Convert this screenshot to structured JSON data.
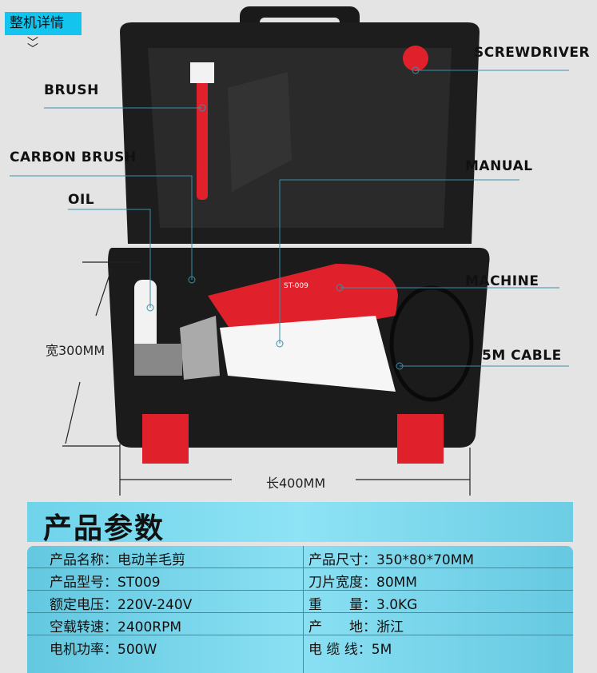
{
  "header": {
    "tag": "整机详情",
    "chevron_icon": "double-chevron-down-icon"
  },
  "callouts": {
    "brush": "BRUSH",
    "carbon_brush": "CARBON BRUSH",
    "oil": "OIL",
    "screwdriver": "SCREWDRIVER",
    "manual": "MANUAL",
    "machine": "MACHINE",
    "cable": "5M CABLE"
  },
  "product": {
    "model_plate": "ST-009"
  },
  "dimensions": {
    "width": "宽300MM",
    "length": "长400MM"
  },
  "specs": {
    "title": "产品参数",
    "rows": [
      {
        "left": "产品名称：电动羊毛剪",
        "right": "产品尺寸：350*80*70MM"
      },
      {
        "left": "产品型号：ST009",
        "right": "刀片宽度：80MM"
      },
      {
        "left": "额定电压：220V-240V",
        "right": "重　　量：3.0KG"
      },
      {
        "left": "空载转速：2400RPM",
        "right": "产　　地：浙江"
      },
      {
        "left": "电机功率：500W",
        "right": "电 缆 线：5M"
      }
    ]
  },
  "colors": {
    "accent": "#13c4ee",
    "case": "#1c1c1c",
    "tool_red": "#e0202a",
    "line": "#3a8fa8"
  }
}
